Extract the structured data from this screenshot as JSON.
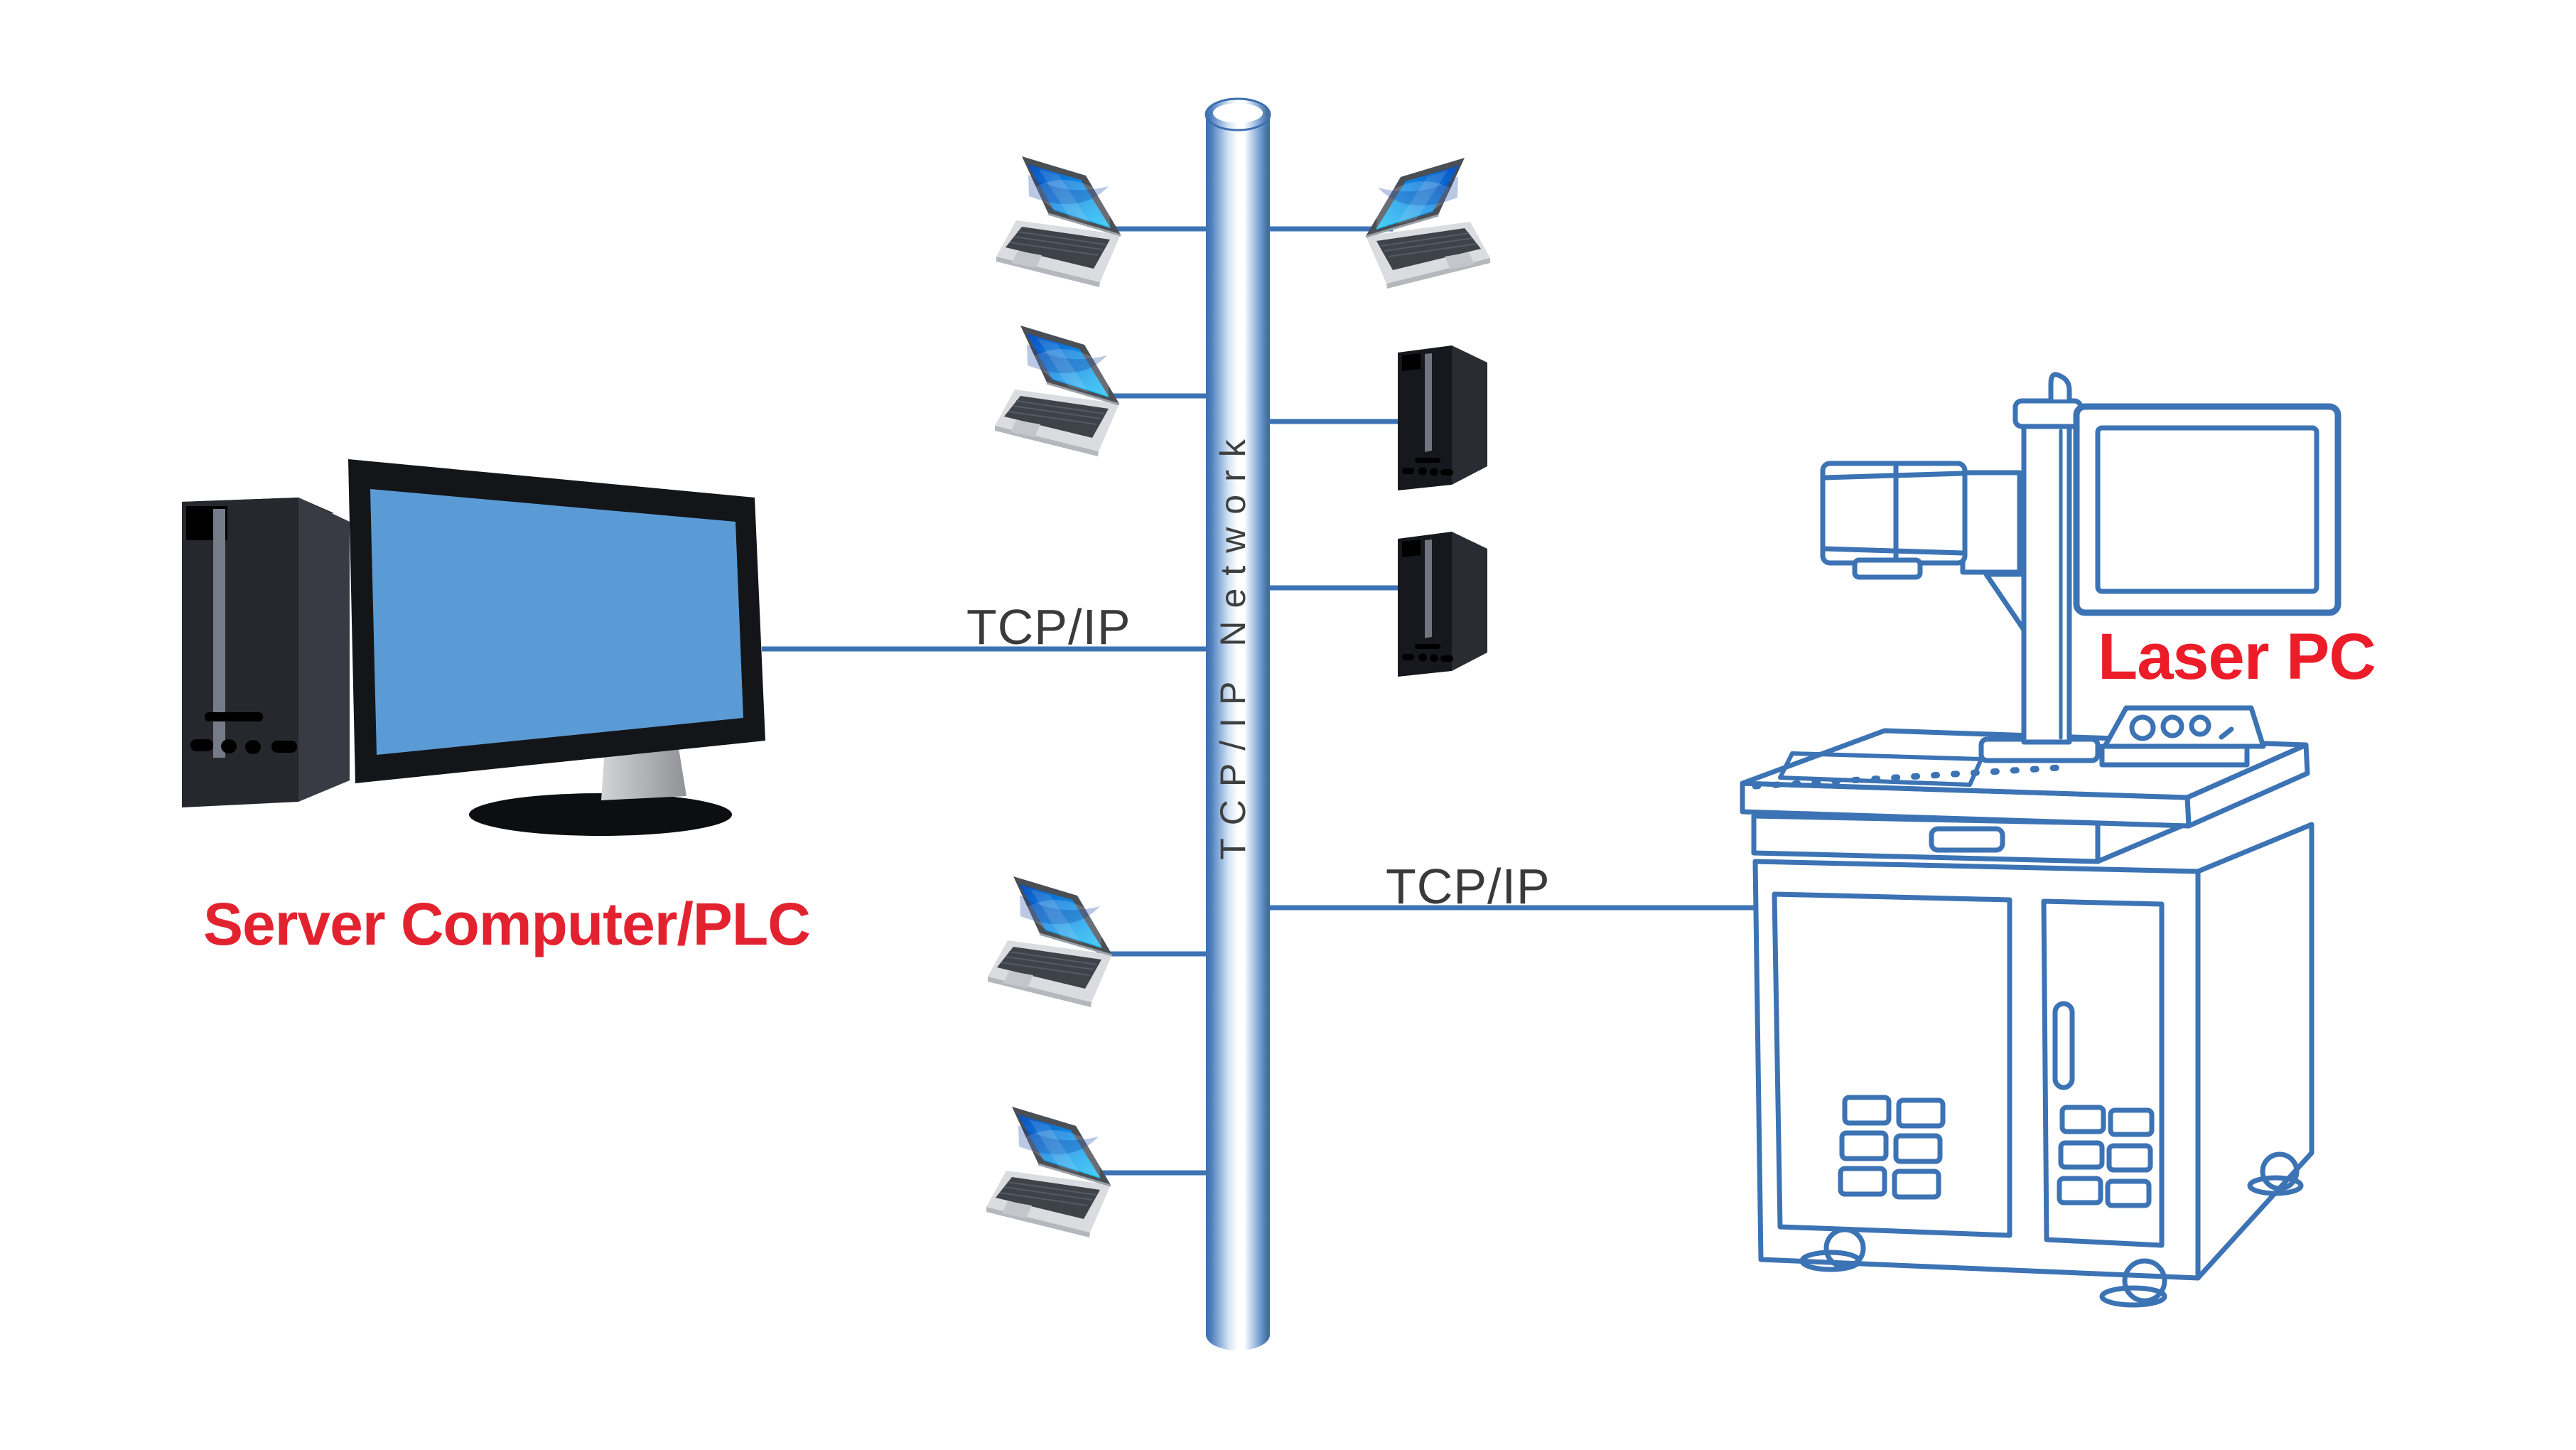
{
  "diagram": {
    "type": "network-topology",
    "background": "#ffffff",
    "labels": {
      "server": "Server Computer/PLC",
      "laser_pc": "Laser PC",
      "tcpip_left": "TCP/IP",
      "tcpip_right": "TCP/IP",
      "network_bus": "TCP/IP Network"
    },
    "colors": {
      "connection_line": "#3c73b4",
      "sketch_outline": "#3c73b4",
      "label_red": "#e32230",
      "label_dark": "#3a3a3a",
      "monitor_screen": "#5b9bd5",
      "pipe_edge": "#3e6fae",
      "pipe_highlight": "#ffffff",
      "laptop_screen_top": "#0b4fc0",
      "laptop_screen_bottom": "#24c7f7"
    },
    "device_counts": {
      "left_laptops": 4,
      "right_laptops": 1,
      "right_tower_pcs": 2,
      "server_computers": 1,
      "laser_machines": 1
    }
  }
}
